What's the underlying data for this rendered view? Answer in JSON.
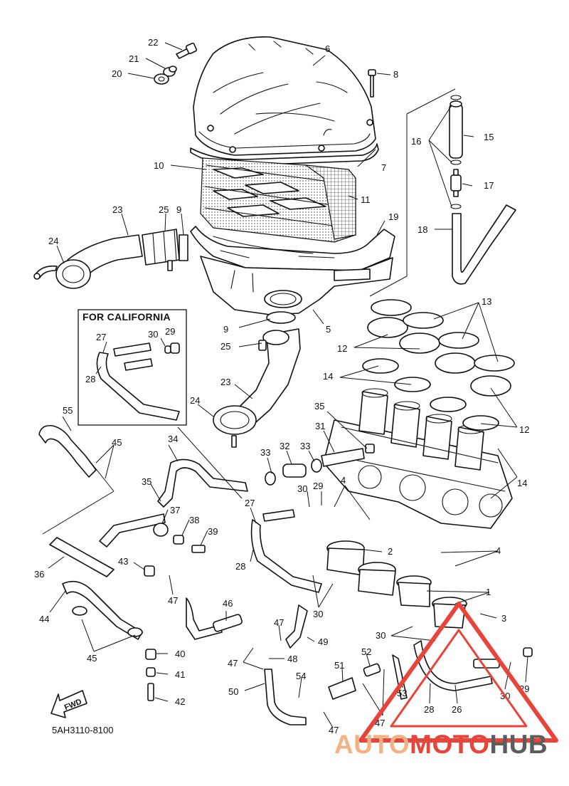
{
  "diagram": {
    "box_title": "FOR CALIFORNIA",
    "part_code": "5AH3110-8100",
    "fwd_label": "FWD",
    "callouts": [
      {
        "label": "22"
      },
      {
        "label": "21"
      },
      {
        "label": "20"
      },
      {
        "label": "6"
      },
      {
        "label": "8"
      },
      {
        "label": "16"
      },
      {
        "label": "15"
      },
      {
        "label": "7"
      },
      {
        "label": "10"
      },
      {
        "label": "17"
      },
      {
        "label": "11"
      },
      {
        "label": "23"
      },
      {
        "label": "25"
      },
      {
        "label": "9"
      },
      {
        "label": "19"
      },
      {
        "label": "18"
      },
      {
        "label": "24"
      },
      {
        "label": "13"
      },
      {
        "label": "9"
      },
      {
        "label": "5"
      },
      {
        "label": "30"
      },
      {
        "label": "29"
      },
      {
        "label": "27"
      },
      {
        "label": "25"
      },
      {
        "label": "12"
      },
      {
        "label": "28"
      },
      {
        "label": "14"
      },
      {
        "label": "23"
      },
      {
        "label": "24"
      },
      {
        "label": "35"
      },
      {
        "label": "12"
      },
      {
        "label": "55"
      },
      {
        "label": "45"
      },
      {
        "label": "34"
      },
      {
        "label": "31"
      },
      {
        "label": "33"
      },
      {
        "label": "32"
      },
      {
        "label": "33"
      },
      {
        "label": "14"
      },
      {
        "label": "35"
      },
      {
        "label": "30"
      },
      {
        "label": "29"
      },
      {
        "label": "4"
      },
      {
        "label": "27"
      },
      {
        "label": "37"
      },
      {
        "label": "38"
      },
      {
        "label": "39"
      },
      {
        "label": "2"
      },
      {
        "label": "4"
      },
      {
        "label": "43"
      },
      {
        "label": "36"
      },
      {
        "label": "28"
      },
      {
        "label": "1"
      },
      {
        "label": "47"
      },
      {
        "label": "46"
      },
      {
        "label": "44"
      },
      {
        "label": "30"
      },
      {
        "label": "3"
      },
      {
        "label": "45"
      },
      {
        "label": "47"
      },
      {
        "label": "30"
      },
      {
        "label": "40"
      },
      {
        "label": "49"
      },
      {
        "label": "47"
      },
      {
        "label": "48"
      },
      {
        "label": "52"
      },
      {
        "label": "41"
      },
      {
        "label": "51"
      },
      {
        "label": "54"
      },
      {
        "label": "53"
      },
      {
        "label": "29"
      },
      {
        "label": "50"
      },
      {
        "label": "30"
      },
      {
        "label": "42"
      },
      {
        "label": "28"
      },
      {
        "label": "26"
      },
      {
        "label": "47"
      },
      {
        "label": "47"
      }
    ]
  },
  "watermark": {
    "word_a": "AUTO",
    "word_b": "MOTO",
    "word_c": "HUB",
    "colors": {
      "auto": "#f4b183",
      "moto": "#e8443a",
      "hub": "#5c5c5c",
      "triangle": "#e8443a"
    }
  }
}
